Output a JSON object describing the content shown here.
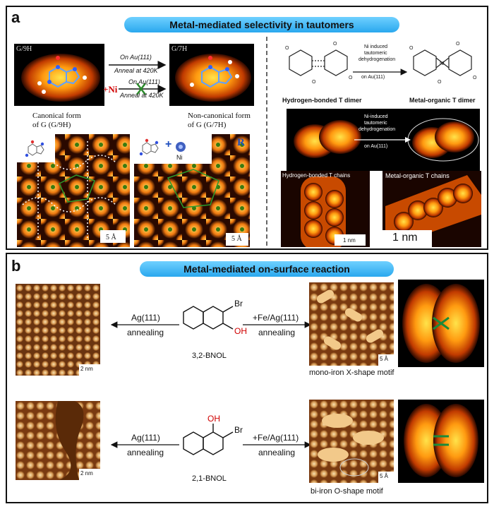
{
  "panel_a": {
    "letter": "a",
    "title": "Metal-mediated selectivity in tautomers",
    "left": {
      "tag_g9h": "G/9H",
      "tag_g7h": "G/7H",
      "arrow_top_l1": "On Au(111)",
      "arrow_top_l2": "Anneal at 420K",
      "arrow_bot_prefix": "+Ni",
      "arrow_bot_l1": "On Au(111)",
      "arrow_bot_l2": "Anneal at 420K",
      "canonical_l1": "Canonical form",
      "canonical_l2": "of G (G/9H)",
      "noncanonical_l1": "Non-canonical form",
      "noncanonical_l2": "of G (G/7H)",
      "scale_left": "5 Å",
      "scale_right": "5 Å",
      "plus": "+",
      "ni": "Ni",
      "r": "R"
    },
    "right": {
      "arrow_l1": "Ni induced",
      "arrow_l2": "tautomeric",
      "arrow_l3": "dehydrogenation",
      "arrow_l4": "on Au(111)",
      "label_hb_dimer": "Hydrogen-bonded T dimer",
      "label_mo_dimer": "Metal-organic T dimer",
      "stm_arrow_l1": "Ni-induced",
      "stm_arrow_l2": "tautomeric",
      "stm_arrow_l3": "dehydrogenation",
      "stm_arrow_l4": "on Au(111)",
      "label_hb_chains": "Hydrogen-bonded T chains",
      "label_mo_chains": "Metal-organic T chains",
      "scale_small": "1 nm",
      "scale_large": "1 nm"
    }
  },
  "panel_b": {
    "letter": "b",
    "title": "Metal-mediated on-surface reaction",
    "row1": {
      "left_arrow_l1": "Ag(111)",
      "left_arrow_l2": "annealing",
      "right_arrow_l1": "+Fe/Ag(111)",
      "right_arrow_l2": "annealing",
      "molecule_name": "3,2-BNOL",
      "br": "Br",
      "oh": "OH",
      "scale_left": "2 nm",
      "scale_right": "5 Å",
      "motif": "mono-iron X-shape motif"
    },
    "row2": {
      "left_arrow_l1": "Ag(111)",
      "left_arrow_l2": "annealing",
      "right_arrow_l1": "+Fe/Ag(111)",
      "right_arrow_l2": "annealing",
      "molecule_name": "2,1-BNOL",
      "br": "Br",
      "oh": "OH",
      "scale_left": "2 nm",
      "scale_right": "5 Å",
      "motif": "bi-iron O-shape motif"
    }
  },
  "colors": {
    "banner": "#2aa8ee",
    "stm_dark": "#1a0600",
    "stm_orange": "#e05a00",
    "stm_yellow": "#ffd21a",
    "hydroxyl_red": "#d00000",
    "ni_red": "#d00000",
    "r_blue": "#1f4fbf"
  }
}
